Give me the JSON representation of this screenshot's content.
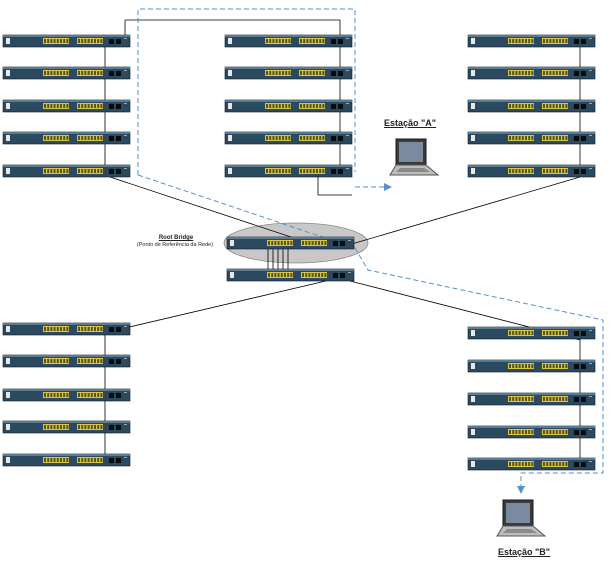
{
  "labels": {
    "station_a": "Estação \"A\"",
    "station_b": "Estação \"B\"",
    "root_bridge_title": "Root Bridge",
    "root_bridge_subtitle": "(Ponto de Referência da Rede)"
  },
  "colors": {
    "switch_body": "#2b4a60",
    "switch_dark": "#1a3040",
    "port_yellow": "#d8c840",
    "dashed_path": "#5b8fc7",
    "link_line": "#000000",
    "ellipse_fill": "#c8c8c8"
  },
  "icons": {
    "switch": "network-switch-icon",
    "laptop": "laptop-icon"
  }
}
